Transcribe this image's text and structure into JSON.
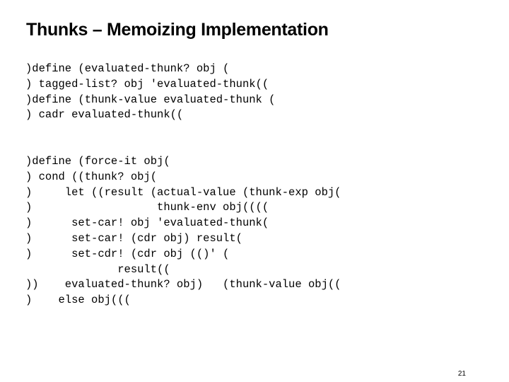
{
  "slide": {
    "title": "Thunks – Memoizing Implementation",
    "block1": [
      ")define (evaluated-thunk? obj (",
      ") tagged-list? obj 'evaluated-thunk((",
      ")define (thunk-value evaluated-thunk (",
      ") cadr evaluated-thunk(("
    ],
    "block2": [
      ")define (force-it obj(",
      ") cond ((thunk? obj(",
      ")     let ((result (actual-value (thunk-exp obj(",
      ")                   thunk-env obj((((",
      ")      set-car! obj 'evaluated-thunk(",
      ")      set-car! (cdr obj) result(",
      ")      set-cdr! (cdr obj (()' (",
      "              result((",
      "))    evaluated-thunk? obj)   (thunk-value obj((",
      ")    else obj((("
    ],
    "page_number": "21"
  }
}
